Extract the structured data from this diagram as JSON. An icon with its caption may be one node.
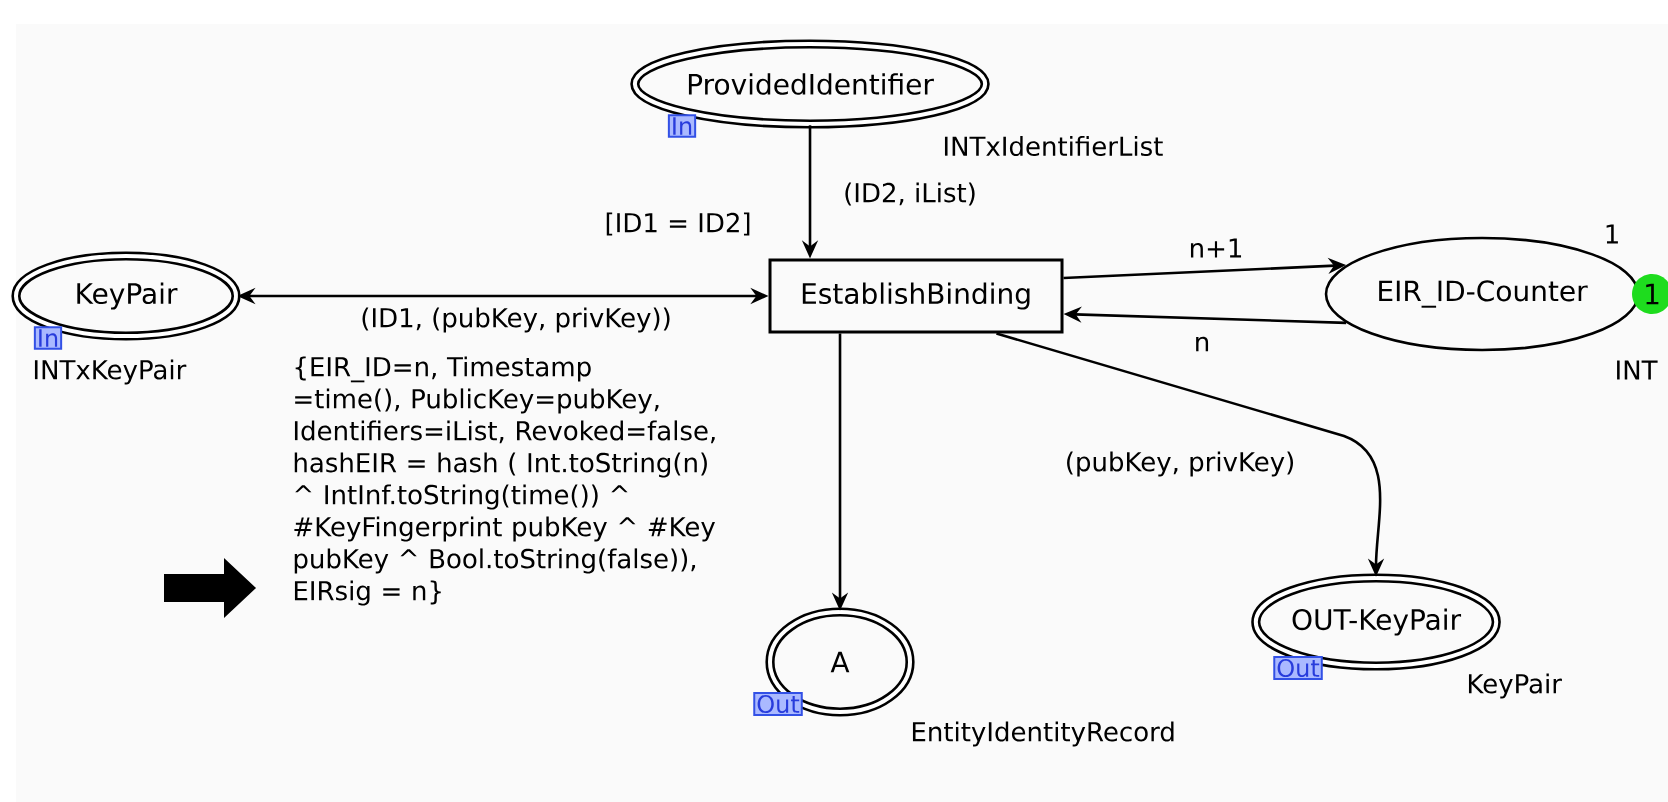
{
  "diagram": {
    "nodes": [
      {
        "text": [
          "ProvidedIdentifier"
        ],
        "beside": [
          "In",
          "INTxIdentifierList"
        ]
      },
      {
        "text": [
          "KeyPair"
        ],
        "beside": [
          "In",
          "INTxKeyPair"
        ]
      },
      {
        "text": [
          "EstablishBinding"
        ],
        "beside": [
          "[ID1 = ID2]"
        ]
      },
      {
        "text": [
          "EIR_ID-Counter"
        ],
        "beside": [
          "1",
          "INT"
        ]
      },
      {
        "text": [
          "1"
        ]
      },
      {
        "text": [
          "A"
        ],
        "beside": [
          "Out",
          "EntityIdentityRecord"
        ]
      },
      {
        "text": [
          "OUT-KeyPair"
        ],
        "beside": [
          "Out",
          "KeyPair"
        ]
      }
    ],
    "edges": [
      {
        "from": 0,
        "to": 2,
        "arrow": "to",
        "label": "(ID2, iList)"
      },
      {
        "from": 2,
        "to": 1,
        "arrow": "both",
        "label": "(ID1, (pubKey, privKey))"
      },
      {
        "from": 2,
        "to": 3,
        "arrow": "to",
        "label": "n+1"
      },
      {
        "from": 3,
        "to": 2,
        "arrow": "to",
        "label": "n"
      },
      {
        "from": 2,
        "to": 5,
        "arrow": "to",
        "label": "{EIR_ID=n, Timestamp =time(), PublicKey=pubKey, Identifiers=iList, Revoked=false, hashEIR = hash ( Int.toString(n) ^ IntInf.toString(time()) ^ #KeyFingerprint pubKey ^ #Key pubKey ^ Bool.toString(false)), EIRsig = n}"
      },
      {
        "from": 2,
        "to": 6,
        "arrow": "to",
        "label": "(pubKey, privKey)"
      }
    ]
  }
}
